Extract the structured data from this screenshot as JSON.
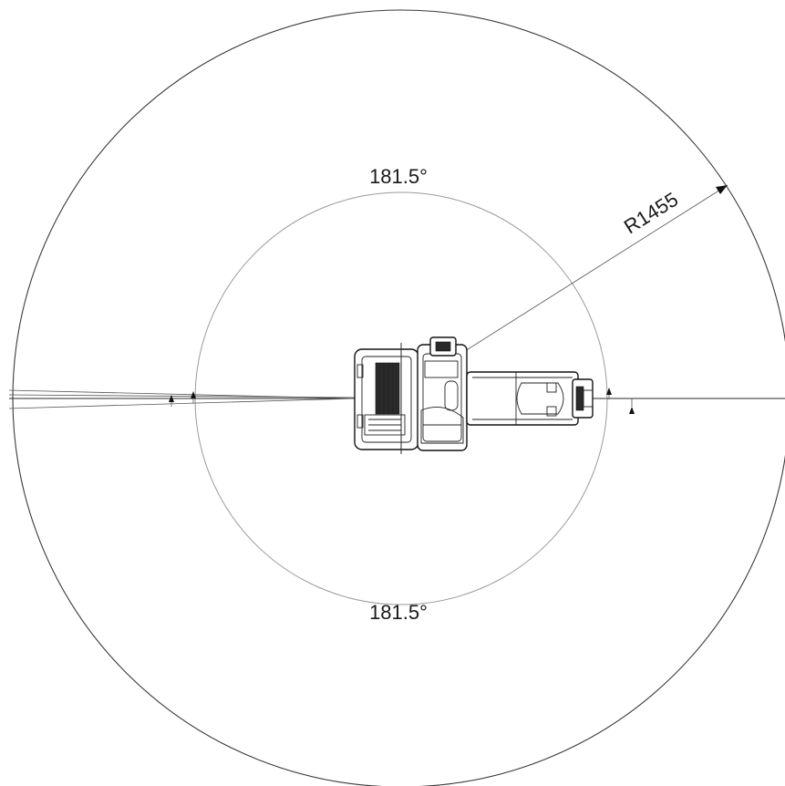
{
  "diagram": {
    "outer_radius_label": "R1455",
    "top_angle_label": "181.5°",
    "bottom_angle_label": "181.5°",
    "colors": {
      "line": "#3a3a3a",
      "inner_circle": "#9a9a9a",
      "background": "#ffffff"
    }
  }
}
